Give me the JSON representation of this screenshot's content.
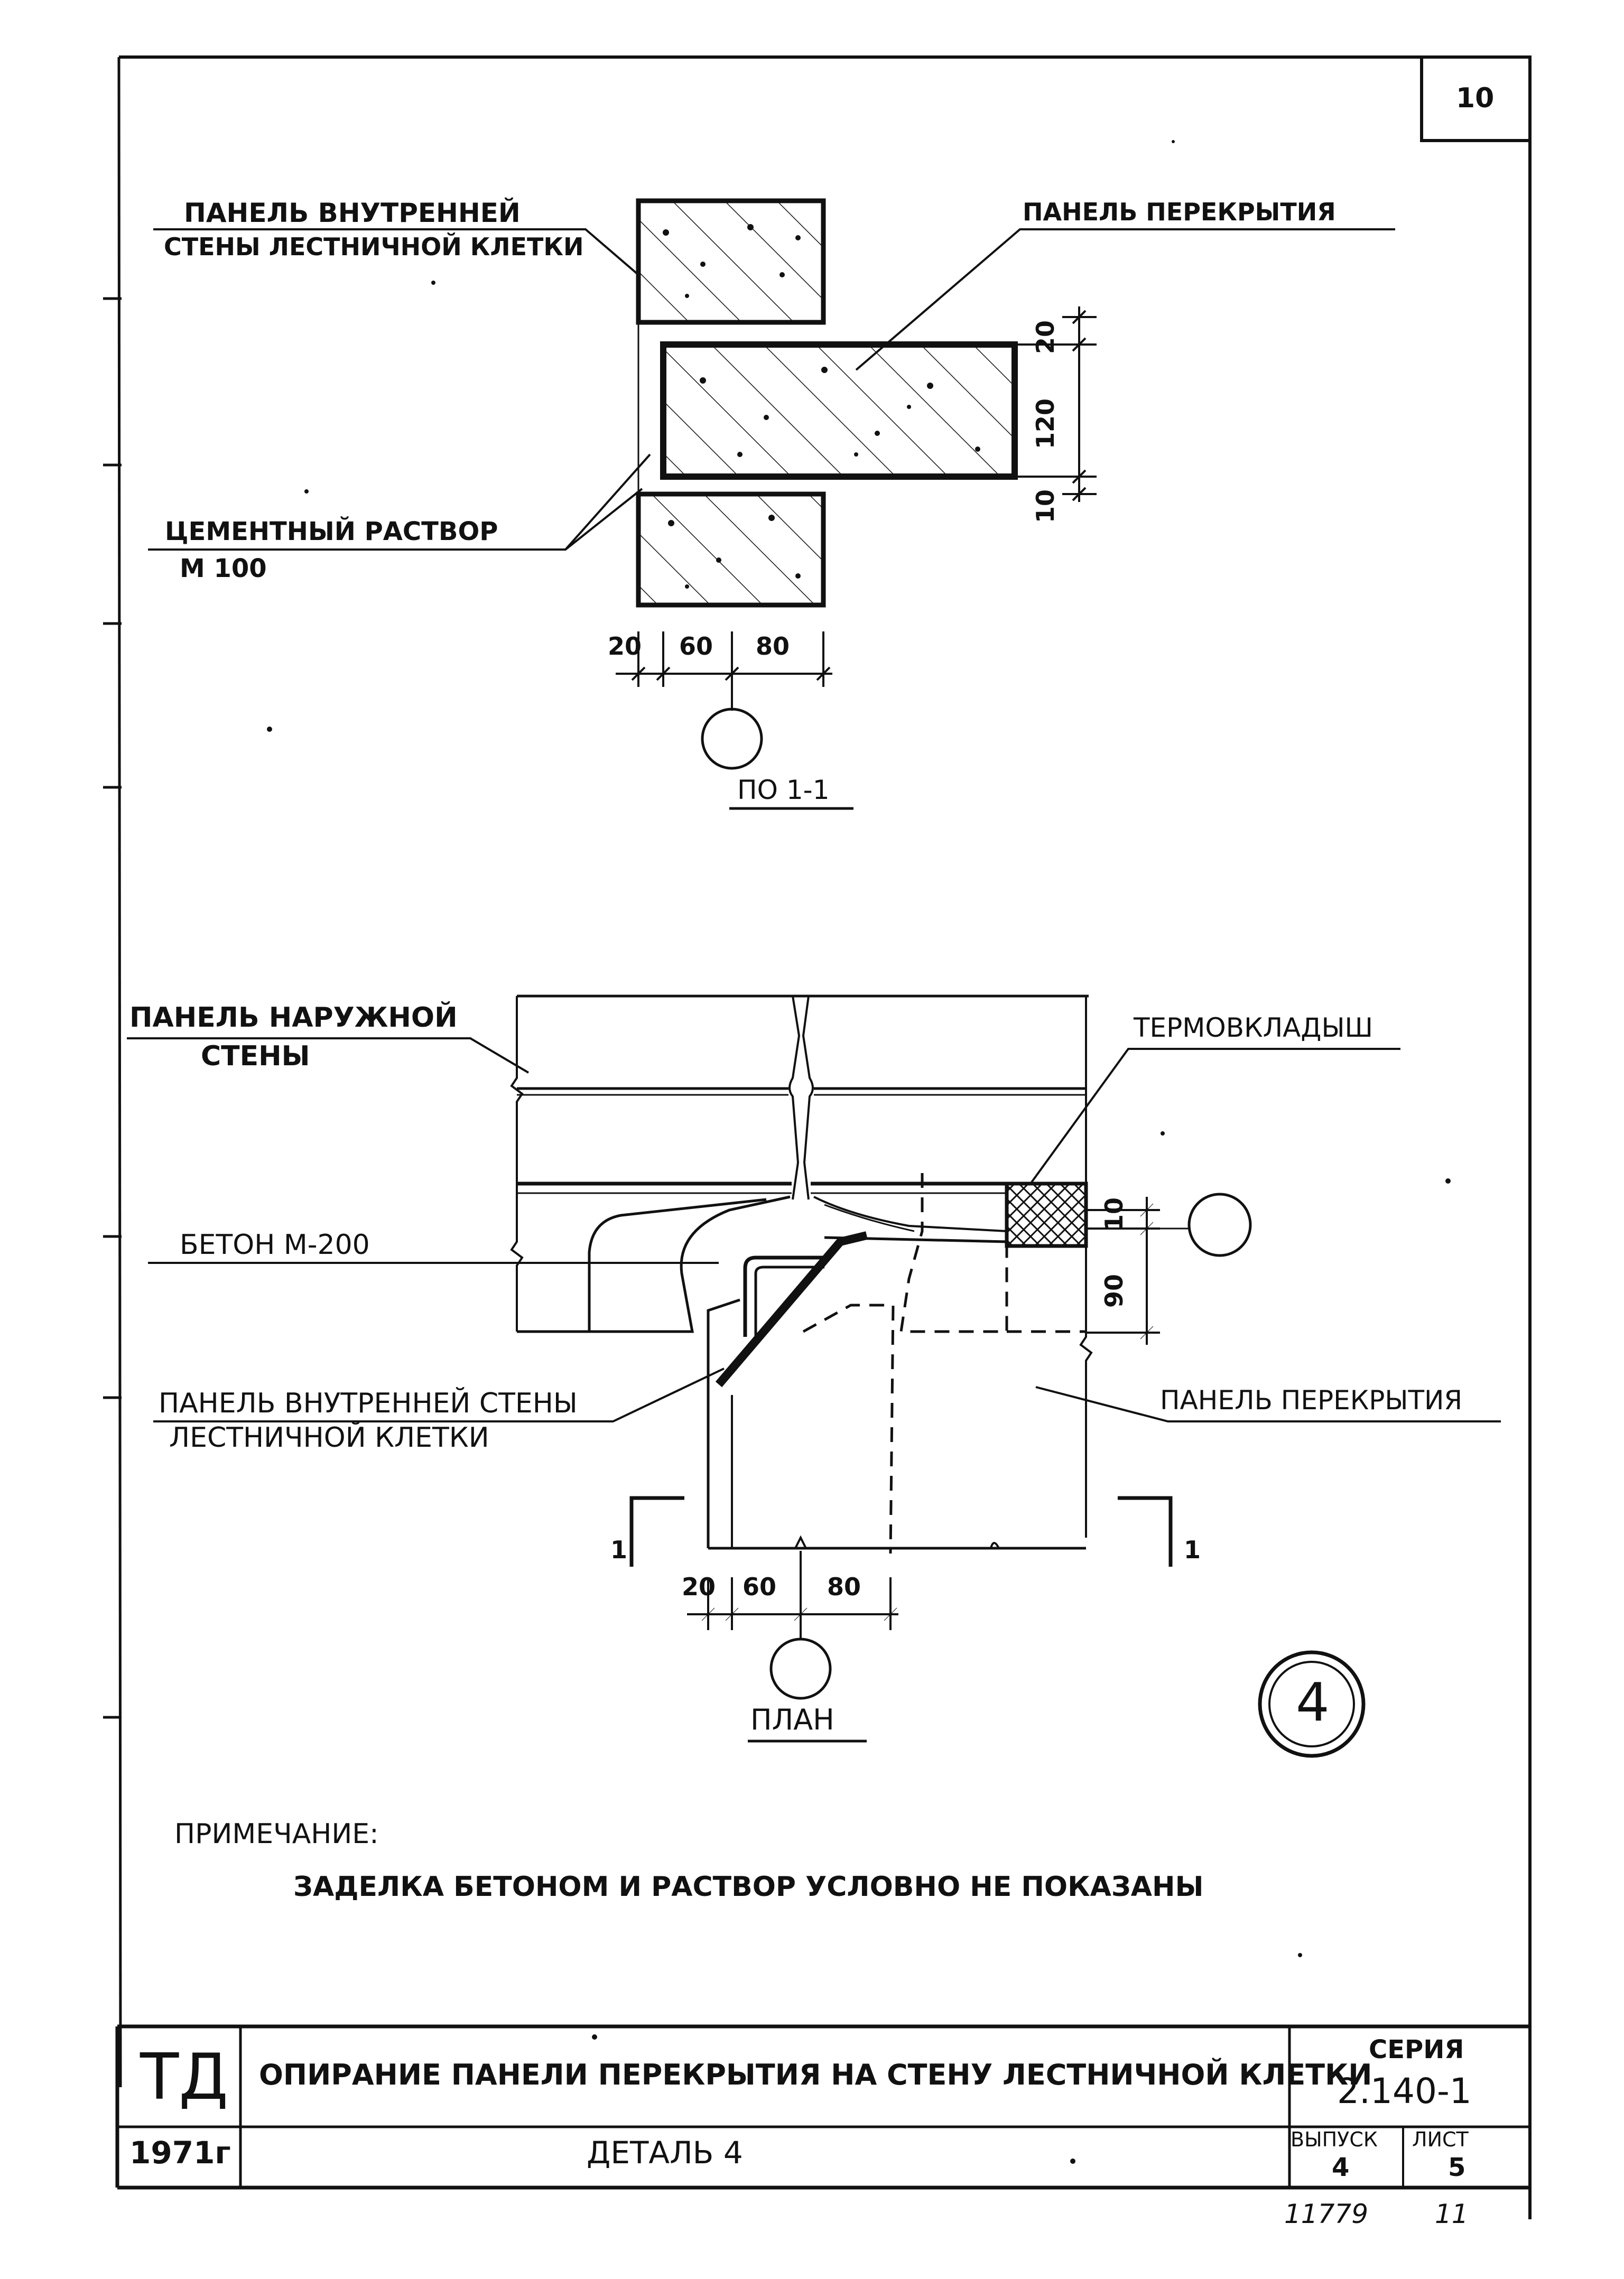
{
  "sheet": {
    "number": "10",
    "detail_number": "4",
    "archive_number": "11779",
    "archive_page": "11"
  },
  "section_view": {
    "title": "ПО 1-1",
    "labels": {
      "inner_wall_panel_line1": "ПАНЕЛЬ ВНУТРЕННЕЙ",
      "inner_wall_panel_line2": "СТЕНЫ ЛЕСТНИЧНОЙ КЛЕТКИ",
      "floor_panel": "ПАНЕЛЬ ПЕРЕКРЫТИЯ",
      "mortar_line1": "ЦЕМЕНТНЫЙ РАСТВОР",
      "mortar_line2": "М 100"
    },
    "horizontal_dims": [
      "20",
      "60",
      "80"
    ],
    "vertical_dims": [
      "20",
      "120",
      "10"
    ]
  },
  "plan_view": {
    "title": "ПЛАН",
    "labels": {
      "outer_wall_panel_line1": "ПАНЕЛЬ НАРУЖНОЙ",
      "outer_wall_panel_line2": "СТЕНЫ",
      "thermal_insert": "ТЕРМОВКЛАДЫШ",
      "concrete": "БЕТОН М-200",
      "inner_wall_panel_line1": "ПАНЕЛЬ ВНУТРЕННЕЙ СТЕНЫ",
      "inner_wall_panel_line2": "ЛЕСТНИЧНОЙ КЛЕТКИ",
      "floor_panel": "ПАНЕЛЬ ПЕРЕКРЫТИЯ"
    },
    "horizontal_dims": [
      "20",
      "60",
      "80"
    ],
    "vertical_dims": [
      "10",
      "90"
    ],
    "section_marks": [
      "1",
      "1"
    ]
  },
  "note": {
    "heading": "ПРИМЕЧАНИЕ:",
    "text": "ЗАДЕЛКА БЕТОНОМ И РАСТВОР УСЛОВНО НЕ ПОКАЗАНЫ"
  },
  "title_block": {
    "code": "ТД",
    "year": "1971г",
    "title": "ОПИРАНИЕ ПАНЕЛИ ПЕРЕКРЫТИЯ НА СТЕНУ ЛЕСТНИЧНОЙ КЛЕТКИ",
    "detail": "ДЕТАЛЬ 4",
    "series_label": "СЕРИЯ",
    "series_value": "2.140-1",
    "issue_label": "ВЫПУСК",
    "issue_value": "4",
    "sheet_label": "ЛИСТ",
    "sheet_value": "5"
  }
}
